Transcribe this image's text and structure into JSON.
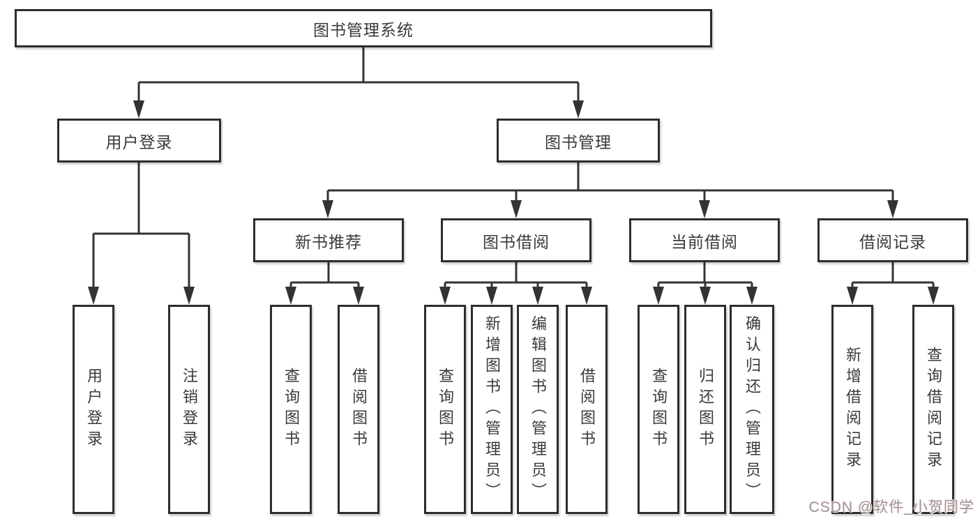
{
  "tree": {
    "root": {
      "label": "图书管理系统"
    },
    "branches": [
      {
        "label": "用户登录",
        "children": [
          {
            "label": "用户登录"
          },
          {
            "label": "注销登录"
          }
        ]
      },
      {
        "label": "图书管理",
        "children": [
          {
            "label": "新书推荐",
            "children": [
              {
                "label": "查询图书"
              },
              {
                "label": "借阅图书"
              }
            ]
          },
          {
            "label": "图书借阅",
            "children": [
              {
                "label": "查询图书"
              },
              {
                "label": "新增图书（管理员）"
              },
              {
                "label": "编辑图书（管理员）"
              },
              {
                "label": "借阅图书"
              }
            ]
          },
          {
            "label": "当前借阅",
            "children": [
              {
                "label": "查询图书"
              },
              {
                "label": "归还图书"
              },
              {
                "label": "确认归还（管理员）"
              }
            ]
          },
          {
            "label": "借阅记录",
            "children": [
              {
                "label": "新增借阅记录"
              },
              {
                "label": "查询借阅记录"
              }
            ]
          }
        ]
      }
    ]
  },
  "watermark": {
    "text": "CSDN @软件_小贺同学"
  },
  "colors": {
    "line": "#333333",
    "box_border": "#2d2d2d",
    "text": "#3a3a3a",
    "background": "#ffffff",
    "watermark": "#9d9494"
  }
}
